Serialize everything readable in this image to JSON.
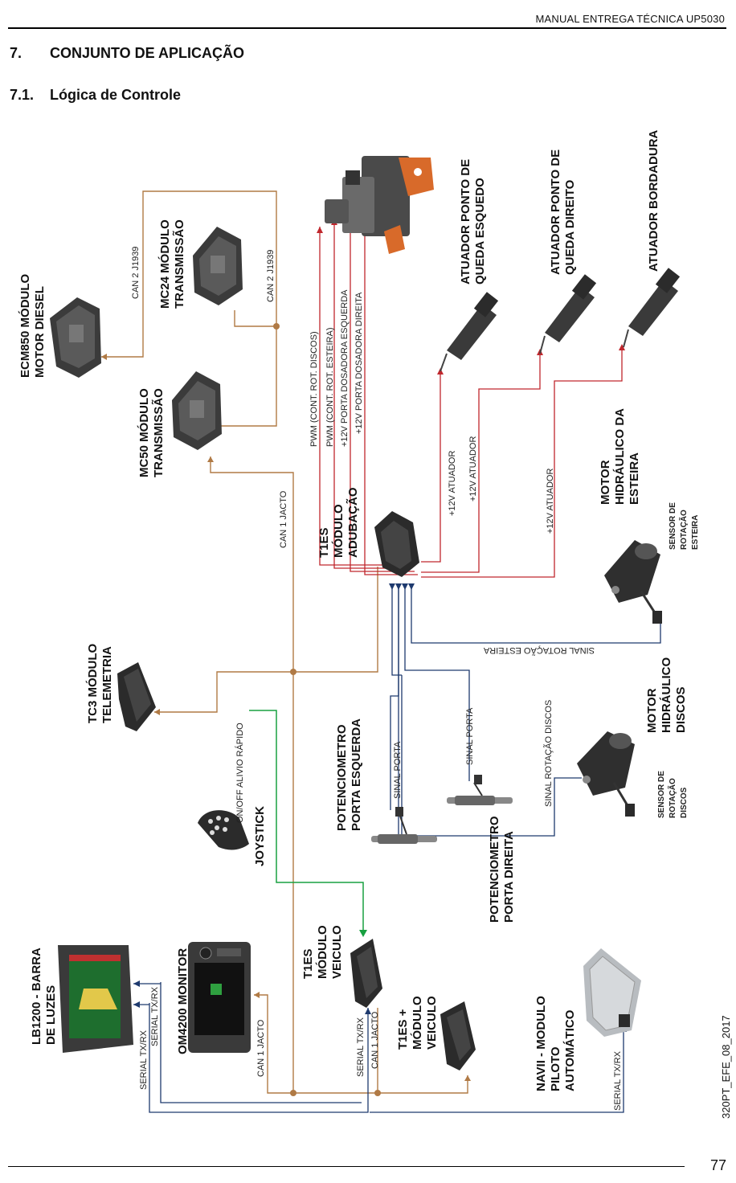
{
  "header": {
    "title": "MANUAL ENTREGA TÉCNICA UP5030"
  },
  "section": {
    "number": "7.",
    "title": "CONJUNTO DE APLICAÇÃO"
  },
  "subsection": {
    "number": "7.1.",
    "title": "Lógica de Controle"
  },
  "diagram": {
    "labels": {
      "ecm850": [
        "ECM850 MÓDULO",
        "MOTOR DIESEL"
      ],
      "mc24": [
        "MC24 MÓDULO",
        "TRANSMISSÃO"
      ],
      "mc50": [
        "MC50 MÓDULO",
        "TRANSMISSÃO"
      ],
      "t1es_adubacao": [
        "T1ES",
        "MÓDULO",
        "ADUBAÇÃO"
      ],
      "atuador_esq": [
        "ATUADOR PONTO DE",
        "QUEDA ESQUEDO"
      ],
      "atuador_dir": [
        "ATUADOR PONTO DE",
        "QUEDA DIREITO"
      ],
      "atuador_bord": [
        "ATUADOR BORDADURA"
      ],
      "motor_esteira": [
        "MOTOR",
        "HIDRÁULICO DA",
        "ESTEIRA"
      ],
      "sensor_esteira": [
        "SENSOR DE",
        "ROTAÇÃO",
        "ESTEIRA"
      ],
      "tc3": [
        "TC3 MÓDULO",
        "TELEMETRIA"
      ],
      "joystick": [
        "JOYSTICK"
      ],
      "pot_esq": [
        "POTENCIOMETRO",
        "PORTA ESQUERDA"
      ],
      "pot_dir": [
        "POTENCIOMETRO",
        "PORTA DIREITA"
      ],
      "motor_discos": [
        "MOTOR",
        "HIDRÁULICO",
        "DISCOS"
      ],
      "sensor_discos": [
        "SENSOR DE",
        "ROTAÇÃO",
        "DISCOS"
      ],
      "lb1200": [
        "LB1200 - BARRA",
        "DE LUZES"
      ],
      "om4200": [
        "OM4200 MONITOR"
      ],
      "t1es_veiculo": [
        "T1ES",
        "MÓDULO",
        "VEICULO"
      ],
      "t1es_plus": [
        "T1ES +",
        "MÓDULO",
        "VEICULO"
      ],
      "navii": [
        "NAVII - MODULO",
        "PILOTO",
        "AUTOMÁTICO"
      ]
    },
    "signals": {
      "can2_a": "CAN 2 J1939",
      "can2_b": "CAN 2 J1939",
      "can1_top": "CAN 1 JACTO",
      "pwm_discos": "PWM (CONT. ROT. DISCOS)",
      "pwm_esteira": "PWM (CONT. ROT. ESTEIRA)",
      "v12_esq": "+12V PORTA DOSADORA ESQUERDA",
      "v12_dir": "+12V PORTA DOSADORA DIREITA",
      "v12_at1": "+12V ATUADOR",
      "v12_at2": "+12V ATUADOR",
      "v12_at3": "+12V ATUADOR",
      "sinal_esteira": "SINAL ROTAÇÃO ESTEIRA",
      "onoff": "ON/OFF ALIVIO RÁPIDO",
      "sinal_porta1": "SINAL PORTA",
      "sinal_porta2": "SINAL PORTA",
      "sinal_discos": "SINAL ROTAÇÃO DISCOS",
      "serial1": "SERIAL TX/RX",
      "serial2": "SERIAL TX/RX",
      "serial3": "SERIAL TX/RX",
      "serial4": "SERIAL TX/RX",
      "can1_bottom1": "CAN 1 JACTO",
      "can1_bottom2": "CAN 1 JACTO"
    },
    "colors": {
      "can": "#b07a45",
      "power": "#c0272d",
      "signal": "#1e3a6e",
      "joystick": "#18a040",
      "module": "#2b2b2b",
      "bracket": "#d86a2a"
    }
  },
  "footer": {
    "doc_ref": "320PT_EFE_08_2017",
    "page": "77"
  }
}
